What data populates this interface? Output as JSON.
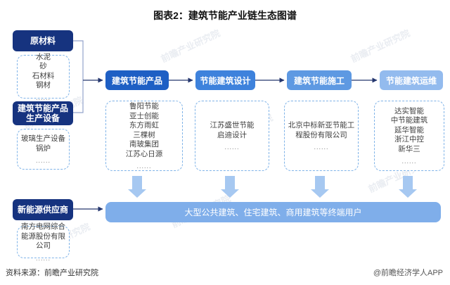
{
  "title": "图表2：建筑节能产业链生态图谱",
  "watermark": "前瞻产业研究院",
  "left_column": {
    "raw_materials": {
      "label": "原材料",
      "items": [
        "水泥",
        "砂",
        "石材料",
        "钢材"
      ],
      "more": "......"
    },
    "equipment": {
      "label": "建筑节能产品 生产设备",
      "items": [
        "玻璃生产设备",
        "锅炉"
      ],
      "more": "......"
    },
    "new_energy": {
      "label": "新能源供应商",
      "items": [
        "南方电网综合能源股份有限公司"
      ],
      "more": "......"
    }
  },
  "chain": [
    {
      "label": "建筑节能产品",
      "color": "#1e5fc4",
      "companies": [
        "鲁阳节能",
        "亚士创能",
        "东方雨虹",
        "三棵树",
        "南玻集团",
        "江苏心日源"
      ],
      "more": "......"
    },
    {
      "label": "节能建筑设计",
      "color": "#3e82dc",
      "companies": [
        "江苏盛世节能",
        "启迪设计"
      ],
      "more": "......"
    },
    {
      "label": "建筑节能施工",
      "color": "#5e99e2",
      "companies": [
        "北京中标新亚节能工程股份有限公司"
      ],
      "more": "......"
    },
    {
      "label": "节能建筑运维",
      "color": "#93bbee",
      "companies": [
        "达实智能",
        "中节能建筑",
        "延华智能",
        "浙江中控",
        "新华三"
      ],
      "more": "......"
    }
  ],
  "end_users_bar": {
    "label": "大型公共建筑、住宅建筑、商用建筑等终端用户",
    "color": "#7faeea"
  },
  "footer": {
    "source": "资料来源：前瞻产业研究院",
    "credit": "@前瞻经济学人APP"
  }
}
